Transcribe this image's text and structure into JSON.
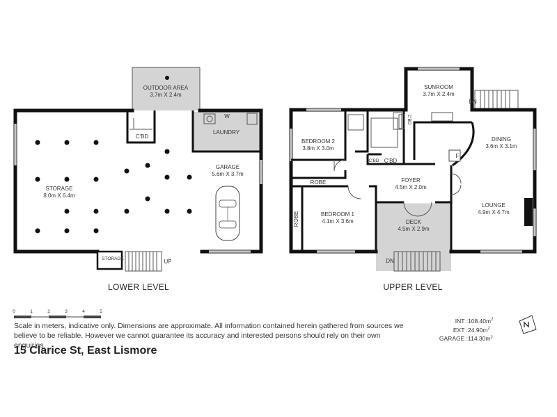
{
  "lower": {
    "level_label": "LOWER LEVEL",
    "outdoor": {
      "name": "OUTDOOR AREA",
      "dims": "3.7m X 2.4m"
    },
    "storage": {
      "name": "STORAGE",
      "dims": "8.0m X 6.4m"
    },
    "cbd": "C'BD",
    "laundry": {
      "name": "LAUNDRY",
      "w": "W"
    },
    "garage": {
      "name": "GARAGE",
      "dims": "5.6m X 3.7m"
    },
    "storage_small": "STORAGE",
    "up": "UP"
  },
  "upper": {
    "level_label": "UPPER LEVEL",
    "sunroom": {
      "name": "SUNROOM",
      "dims": "3.7m X 2.4m"
    },
    "dn_top": "DN",
    "bedroom2": {
      "name": "BEDROOM 2",
      "dims": "3.8m X 3.0m"
    },
    "cbd_v": "C'BD",
    "cbd_small": "C'BD",
    "cbd_mid": "C'BD",
    "dining": {
      "name": "DINING",
      "dims": "3.6m X 3.1m"
    },
    "fridge": "F",
    "robe_top": "ROBE",
    "foyer": {
      "name": "FOYER",
      "dims": "4.5m X 2.0m"
    },
    "robe_side": "ROBE",
    "bedroom1": {
      "name": "BEDROOM 1",
      "dims": "4.1m X 3.6m"
    },
    "deck": {
      "name": "DECK",
      "dims": "4.5m X 2.9m"
    },
    "lounge": {
      "name": "LOUNGE",
      "dims": "4.9m X 4.7m"
    },
    "dn_deck": "DN"
  },
  "scale": {
    "ticks": [
      "0",
      "1",
      "2",
      "3",
      "4",
      "5"
    ]
  },
  "disclaimer": "Scale in meters, indicative only. Dimensions are approximate. All information contained herein gathered from sources we believe to be reliable. However we cannot guarantee its accuracy and interested persons should rely on their own enquiries.",
  "areas": {
    "int_label": "INT :",
    "int_value": "108.40m",
    "ext_label": "EXT :",
    "ext_value": "24.90m",
    "garage_label": "GARAGE :",
    "garage_value": "114.30m",
    "unit_sup": "2"
  },
  "address": "15 Clarice St, East Lismore"
}
